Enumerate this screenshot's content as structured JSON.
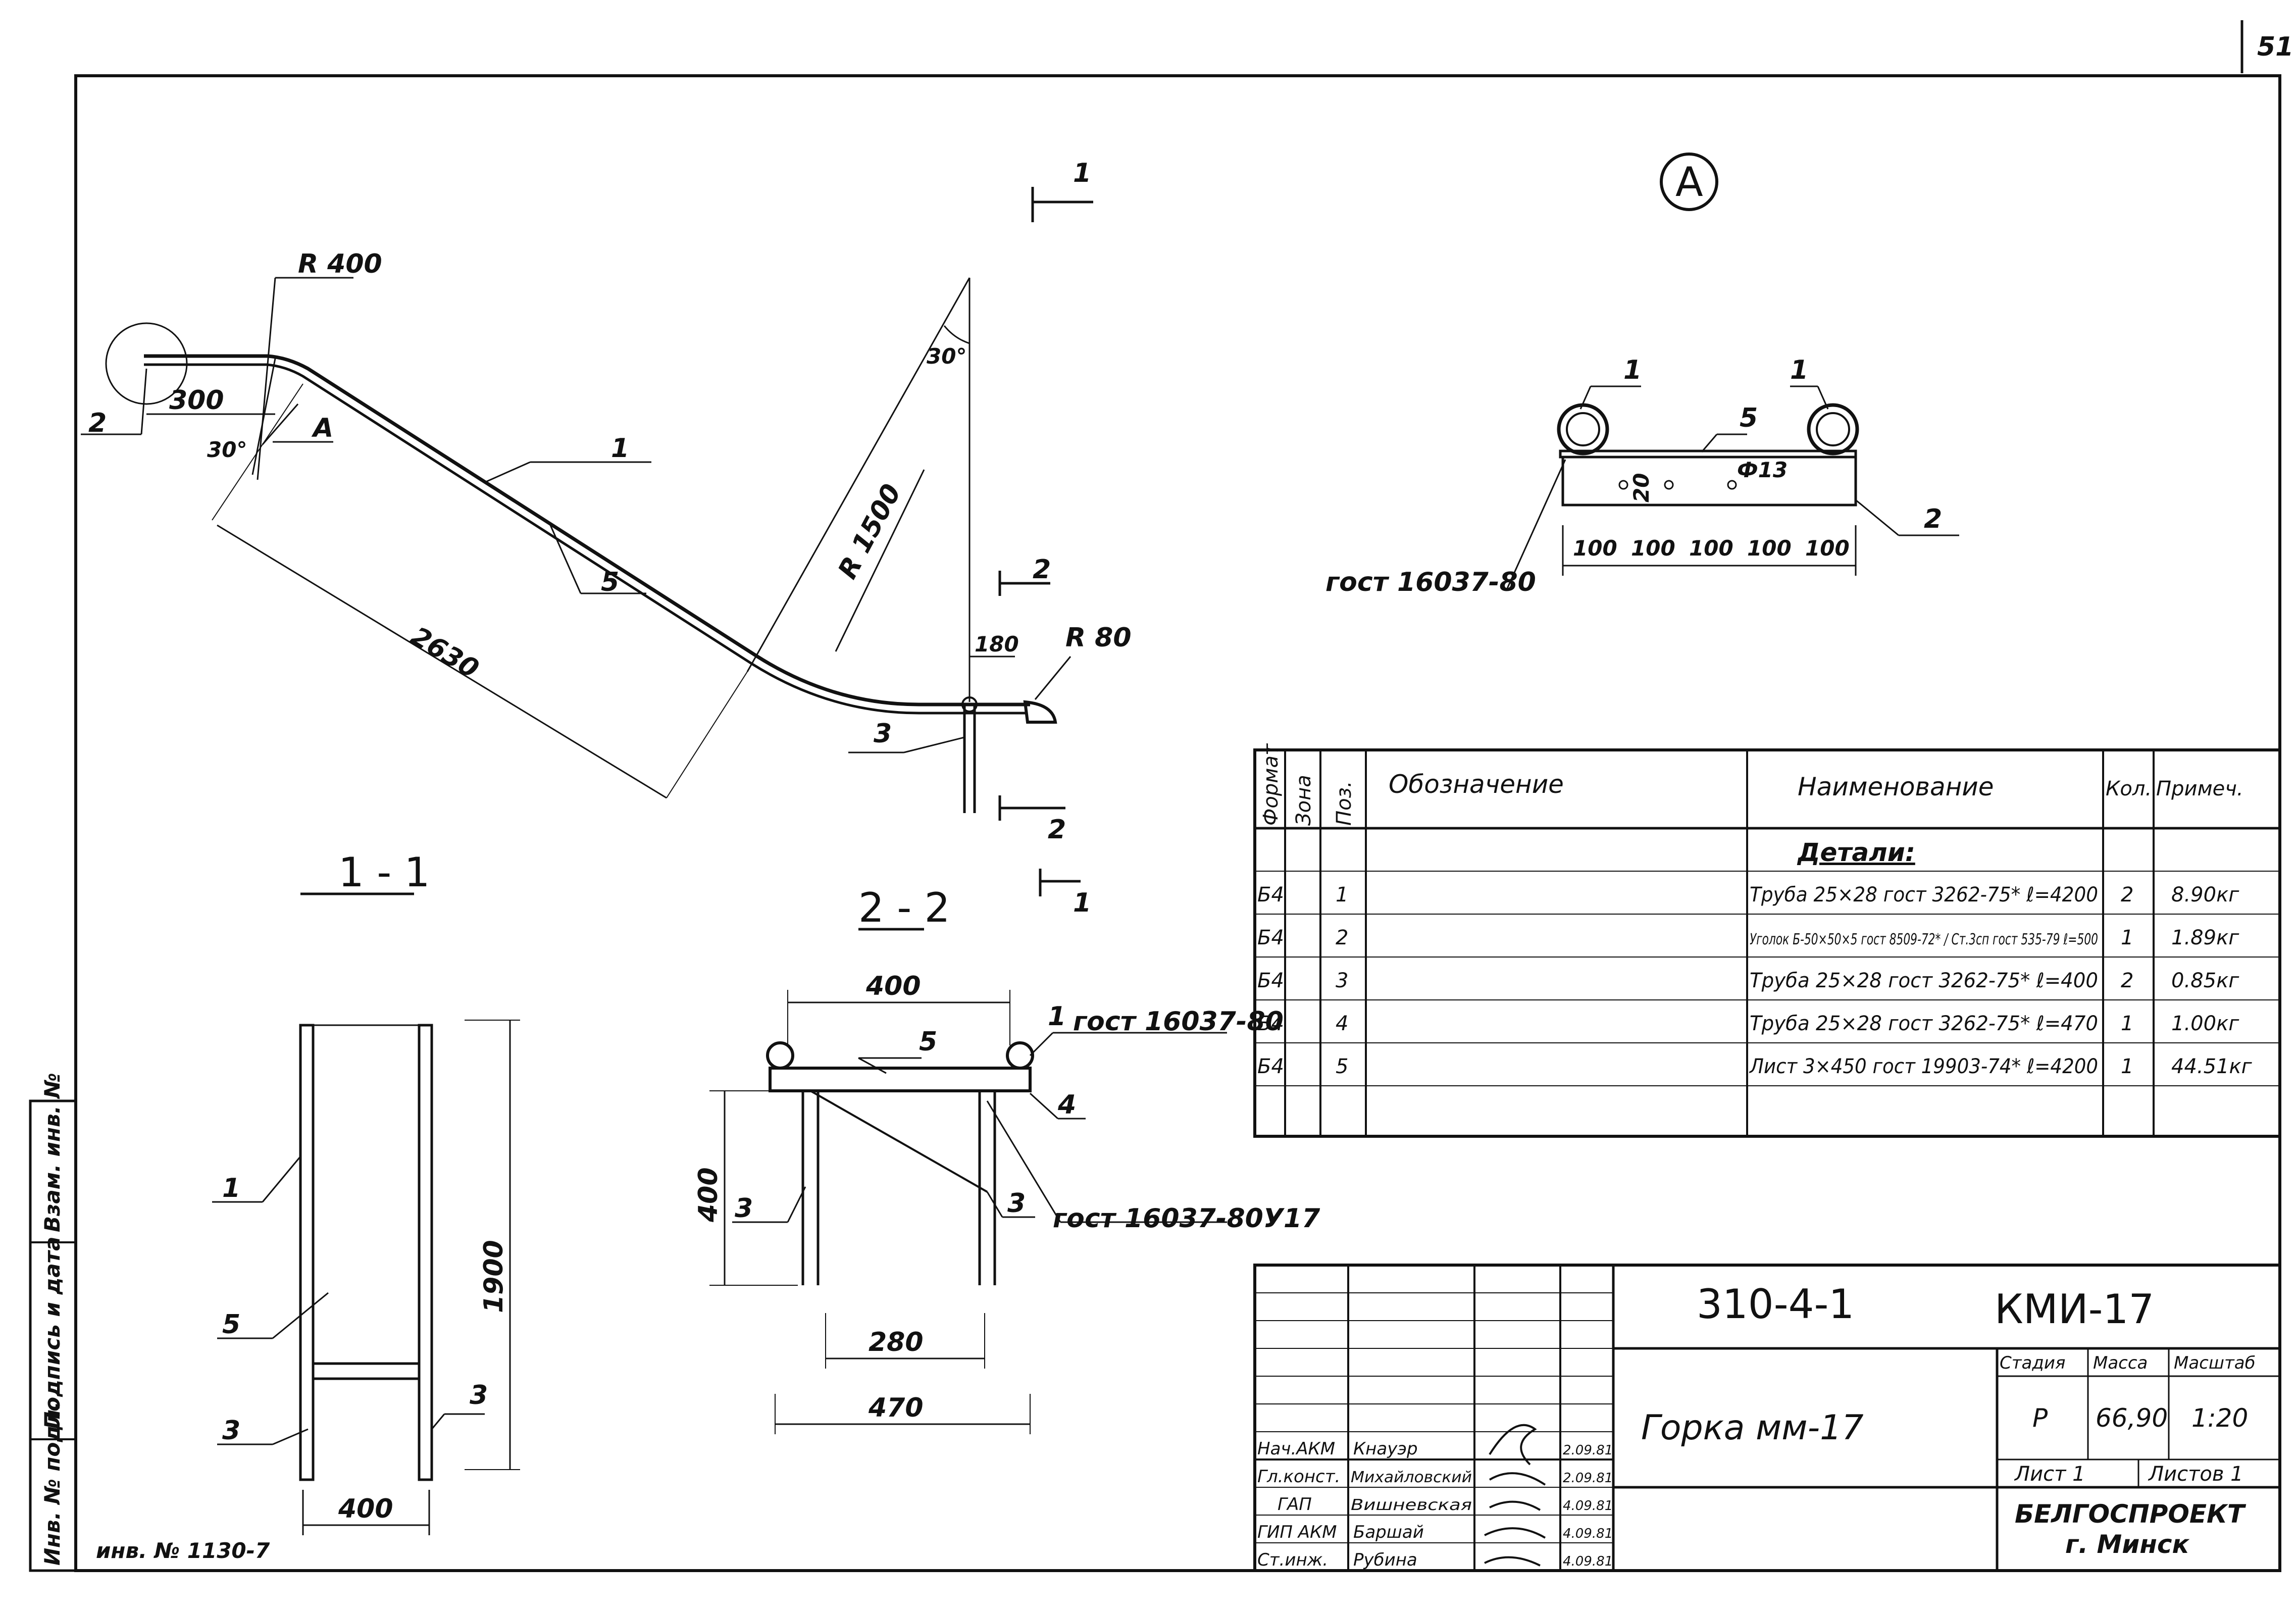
{
  "page_number": "51",
  "inventory_no": "инв. № 1130-7",
  "side_labels": [
    "Инв. № подл.",
    "Подпись и дата",
    "Взам. инв. №"
  ],
  "view_marker": "A",
  "elevation": {
    "r400": "R 400",
    "r1500": "R 1500",
    "r80": "R 80",
    "d300": "300",
    "d2630": "2630",
    "d180": "180",
    "angle30a": "30°",
    "angle30b": "30°",
    "callA": "A",
    "p1": "1",
    "p2": "2",
    "p3": "3",
    "p5": "5",
    "cut1_top": "1",
    "cut1_bot": "1",
    "cut2_top": "2",
    "cut2_bot": "2"
  },
  "detailA": {
    "p1a": "1",
    "p1b": "1",
    "p5": "5",
    "p2": "2",
    "phi": "Ф13",
    "d20": "20",
    "spacing": [
      "100",
      "100",
      "100",
      "100",
      "100"
    ],
    "gost": "гост 16037-80"
  },
  "section11": {
    "title": "1 - 1",
    "p1": "1",
    "p5": "5",
    "p3a": "3",
    "p3b": "3",
    "d1900": "1900",
    "d400": "400"
  },
  "section22": {
    "title": "2 - 2",
    "d400top": "400",
    "d400side": "400",
    "d280": "280",
    "d470": "470",
    "p1": "1",
    "p5": "5",
    "p4": "4",
    "p3a": "3",
    "p3b": "3",
    "gost1": "гост 16037-80",
    "gost2": "гост 16037-80У17"
  },
  "spec": {
    "headers": [
      "Формат",
      "Зона",
      "Поз.",
      "Обозначение",
      "Наименование",
      "Кол.",
      "Примеч."
    ],
    "section_title": "Детали:",
    "rows": [
      {
        "format": "Б4",
        "pos": "1",
        "name": "Труба 25×28 гост 3262-75* ℓ=4200",
        "qty": "2",
        "note": "8.90кг"
      },
      {
        "format": "Б4",
        "pos": "2",
        "name": "Уголок Б-50×50×5 гост 8509-72* / Ст.3сп гост 535-79 ℓ=500",
        "qty": "1",
        "note": "1.89кг"
      },
      {
        "format": "Б4",
        "pos": "3",
        "name": "Труба 25×28 гост 3262-75* ℓ=400",
        "qty": "2",
        "note": "0.85кг"
      },
      {
        "format": "Б4",
        "pos": "4",
        "name": "Труба 25×28 гост 3262-75* ℓ=470",
        "qty": "1",
        "note": "1.00кг"
      },
      {
        "format": "Б4",
        "pos": "5",
        "name": "Лист 3×450 гост 19903-74* ℓ=4200",
        "qty": "1",
        "note": "44.51кг"
      }
    ]
  },
  "title_block": {
    "series": "310-4-1",
    "code": "КМИ-17",
    "title": "Горка  мм-17",
    "stage_label": "Стадия",
    "mass_label": "Масса",
    "scale_label": "Масштаб",
    "stage": "Р",
    "mass": "66,90",
    "scale": "1:20",
    "sheet": "Лист 1",
    "sheets": "Листов 1",
    "org": "БЕЛГОСПРОЕКТ",
    "city": "г. Минск",
    "signatures": [
      {
        "role": "Нач.АКМ",
        "name": "Кнауэр",
        "date": "2.09.81"
      },
      {
        "role": "Гл.конст.",
        "name": "Михайловский",
        "date": "2.09.81"
      },
      {
        "role": "ГАП",
        "name": "Вишневская",
        "date": "4.09.81"
      },
      {
        "role": "ГИП АКМ",
        "name": "Баршай",
        "date": "4.09.81"
      },
      {
        "role": "Ст.инж.",
        "name": "Рубина",
        "date": "4.09.81"
      }
    ]
  }
}
